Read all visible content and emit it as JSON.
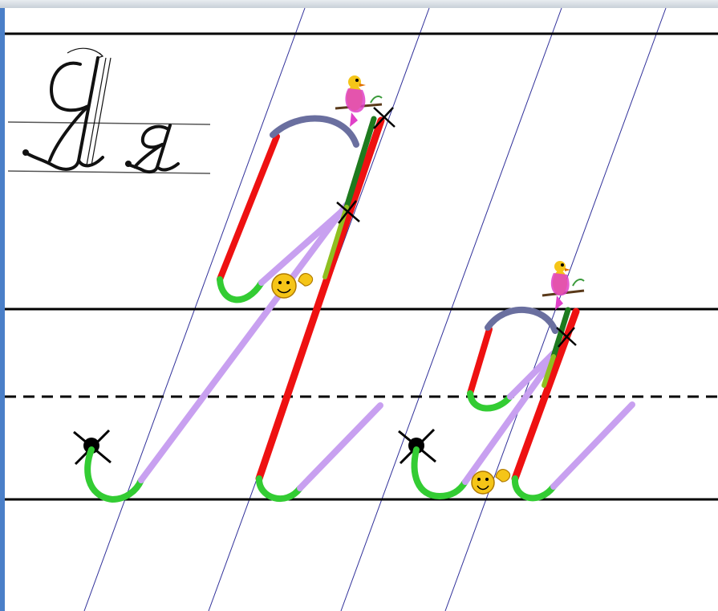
{
  "colors": {
    "background": "#ffffff",
    "frame_left": "#4a7fc8",
    "frame_top": "#c8d0d8",
    "ruling_line": "#000000",
    "slant_line": "#30309a",
    "stroke_red": "#ee1111",
    "stroke_green": "#33cc33",
    "stroke_dark_green": "#1e7a1e",
    "stroke_lilac": "#c8a0f0",
    "stroke_slate": "#6a6f9f",
    "stroke_olive": "#8fbf20",
    "dot": "#000000"
  },
  "sample": {
    "glyphs": "Я я",
    "style": "cursive handwriting sample"
  },
  "letters": [
    {
      "name": "uppercase-ya",
      "char": "Я"
    },
    {
      "name": "lowercase-ya",
      "char": "я"
    }
  ],
  "icons": {
    "start_marker": "black-dot-with-cross",
    "stop_marker": "cross",
    "bird": "bird-on-branch",
    "smiley": "waving-smiley"
  }
}
